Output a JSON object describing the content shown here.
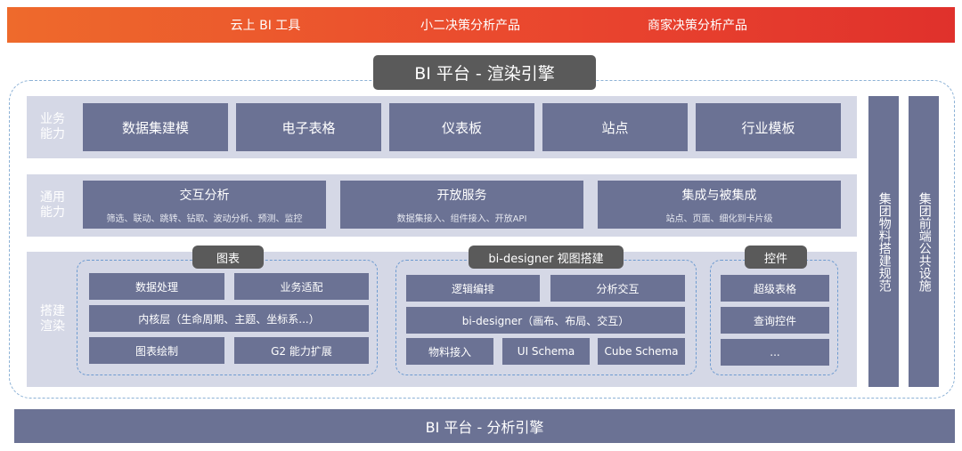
{
  "banner": {
    "items": [
      "云上 BI 工具",
      "小二决策分析产品",
      "商家决策分析产品"
    ],
    "colors": {
      "start": "#ee6a2c",
      "end": "#e0312c"
    }
  },
  "title": "BI 平台 - 渲染引擎",
  "business": {
    "label": "业务能力",
    "items": [
      "数据集建模",
      "电子表格",
      "仪表板",
      "站点",
      "行业模板"
    ]
  },
  "general": {
    "label": "通用能力",
    "items": [
      {
        "title": "交互分析",
        "subtitle": "筛选、联动、跳转、钻取、波动分析、预测、监控"
      },
      {
        "title": "开放服务",
        "subtitle": "数据集接入、组件接入、开放API"
      },
      {
        "title": "集成与被集成",
        "subtitle": "站点、页面、细化到卡片级"
      }
    ]
  },
  "build": {
    "label": "搭建渲染",
    "chart": {
      "tag": "图表",
      "items": [
        "数据处理",
        "业务适配",
        "内核层（生命周期、主题、坐标系...）",
        "图表绘制",
        "G2 能力扩展"
      ]
    },
    "designer": {
      "tag": "bi-designer 视图搭建",
      "items": [
        "逻辑编排",
        "分析交互",
        "bi-designer（画布、布局、交互）",
        "物料接入",
        "UI Schema",
        "Cube Schema"
      ]
    },
    "control": {
      "tag": "控件",
      "items": [
        "超级表格",
        "查询控件",
        "..."
      ]
    }
  },
  "side_columns": [
    "集团物料搭建规范",
    "集团前端公共设施"
  ],
  "bottom": "BI 平台 - 分析引擎",
  "colors": {
    "box": "#6b7294",
    "panel": "#d5d8e6",
    "tag": "#5a5a5a",
    "dash": "#8db2d6"
  }
}
